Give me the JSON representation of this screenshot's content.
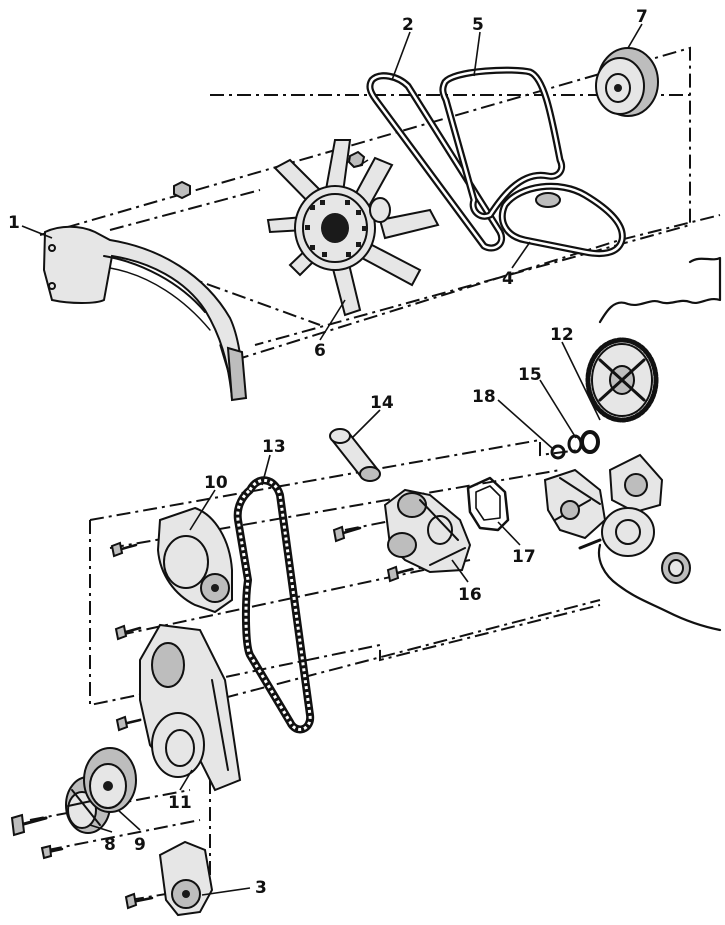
{
  "diagram": {
    "callouts": [
      "1",
      "2",
      "3",
      "4",
      "5",
      "6",
      "7",
      "8",
      "9",
      "10",
      "11",
      "12",
      "13",
      "14",
      "15",
      "16",
      "17",
      "18"
    ]
  },
  "colors": {
    "ink": "#111111",
    "paper": "#ffffff",
    "shade": "#bdbdbd"
  }
}
